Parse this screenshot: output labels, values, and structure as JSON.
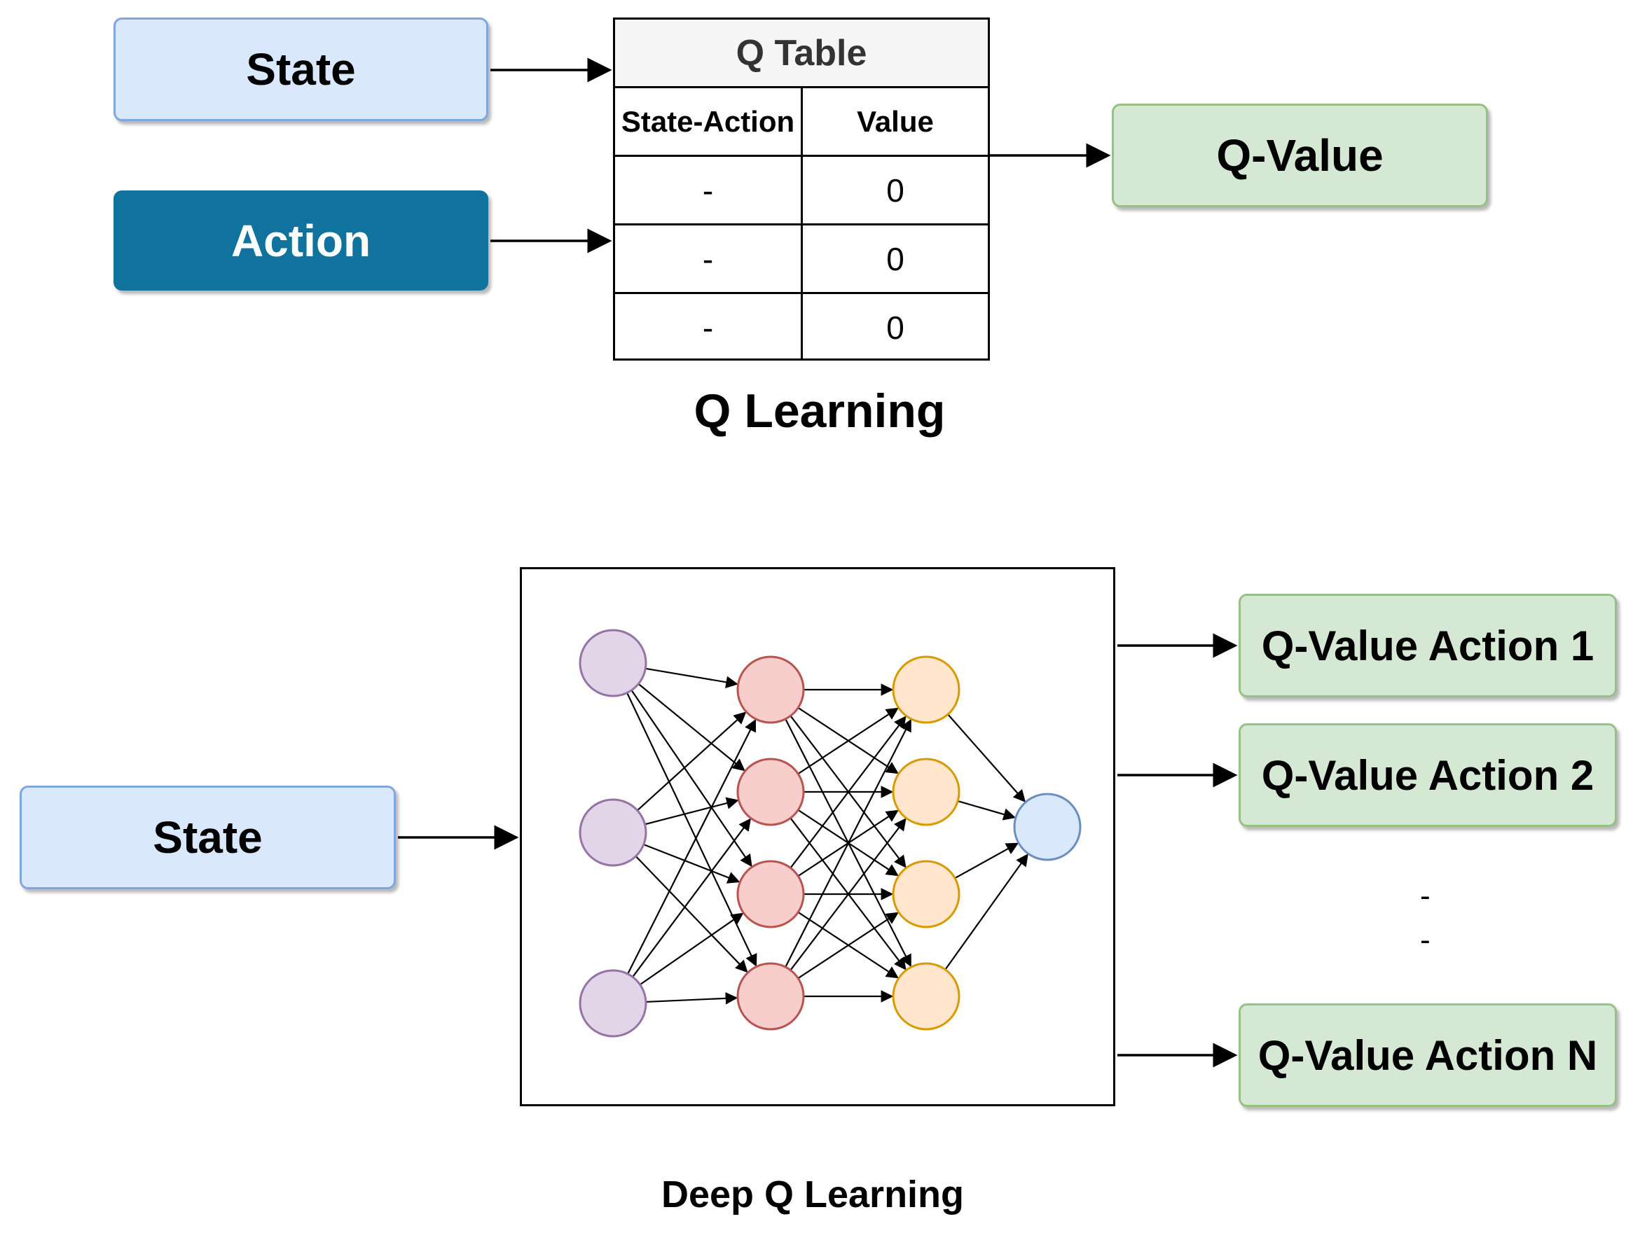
{
  "q_learning": {
    "state_label": "State",
    "action_label": "Action",
    "output_label": "Q-Value",
    "caption": "Q Learning",
    "table": {
      "title": "Q Table",
      "headers": [
        "State-Action",
        "Value"
      ],
      "rows": [
        [
          "-",
          "0"
        ],
        [
          "-",
          "0"
        ],
        [
          "-",
          "0"
        ]
      ]
    }
  },
  "deep_q_learning": {
    "state_label": "State",
    "caption": "Deep Q Learning",
    "outputs": [
      "Q-Value Action 1",
      "Q-Value Action 2",
      "Q-Value Action N"
    ],
    "ellipsis": [
      "-",
      "-"
    ],
    "network": {
      "layers": [
        3,
        4,
        4,
        1
      ],
      "layer_colors": [
        {
          "fill": "#e1d5e7",
          "stroke": "#9673a6"
        },
        {
          "fill": "#f8cecc",
          "stroke": "#b85450"
        },
        {
          "fill": "#ffe6cc",
          "stroke": "#d79b00"
        },
        {
          "fill": "#dae8fc",
          "stroke": "#6c8ebf"
        }
      ]
    }
  }
}
